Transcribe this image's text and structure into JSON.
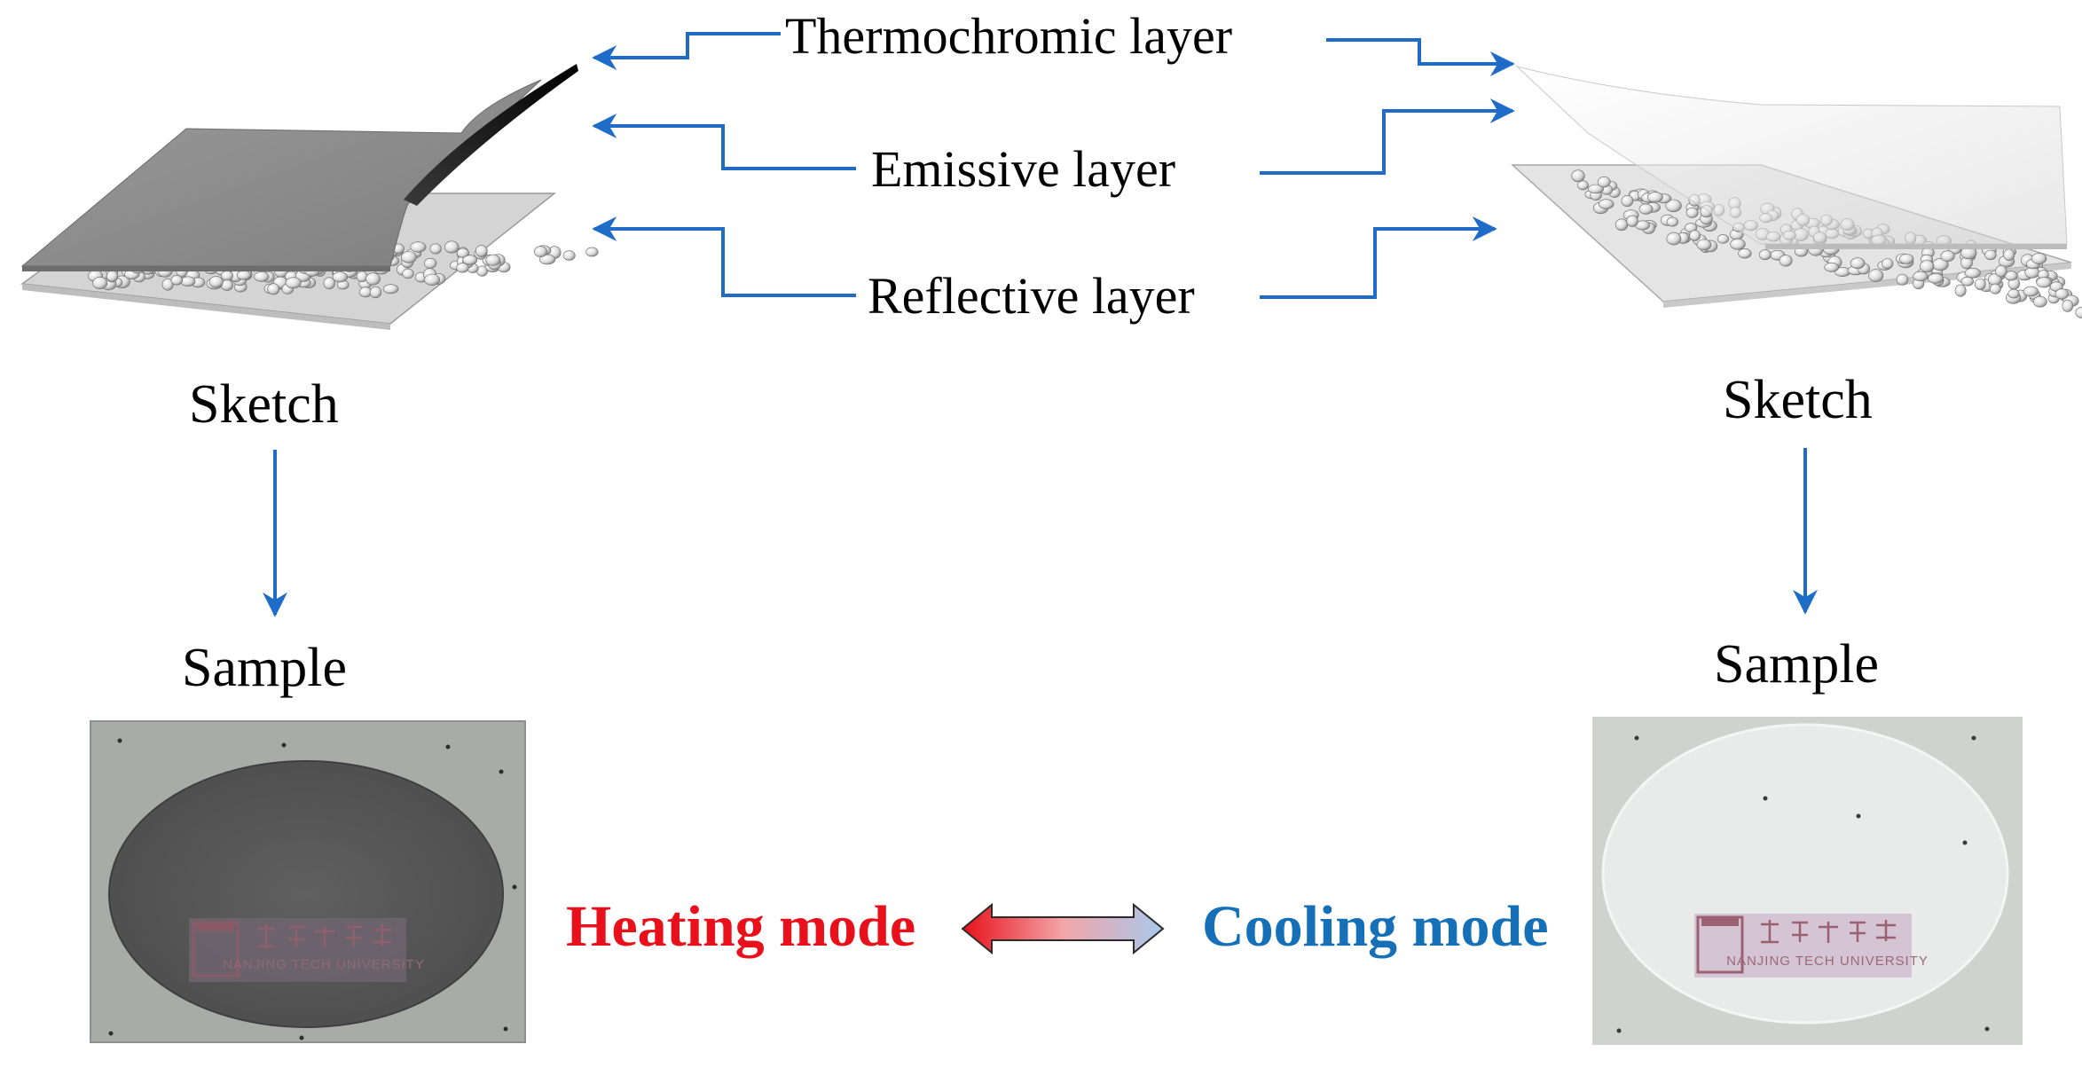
{
  "labels": {
    "thermochromic": "Thermochromic layer",
    "emissive": "Emissive layer",
    "reflective": "Reflective layer",
    "left_sketch": "Sketch",
    "right_sketch": "Sketch",
    "left_sample": "Sample",
    "right_sample": "Sample",
    "heating_mode": "Heating mode",
    "cooling_mode": "Cooling mode",
    "left_badge_en": "NANJING TECH UNIVERSITY",
    "right_badge_en": "NANJING TECH UNIVERSITY"
  },
  "colors": {
    "arrow": "#1e6cc8",
    "heating": "#e8101a",
    "cooling": "#1670b8",
    "hot_sample": "#5c5c5c",
    "cool_sample": "#e6e7e6"
  }
}
